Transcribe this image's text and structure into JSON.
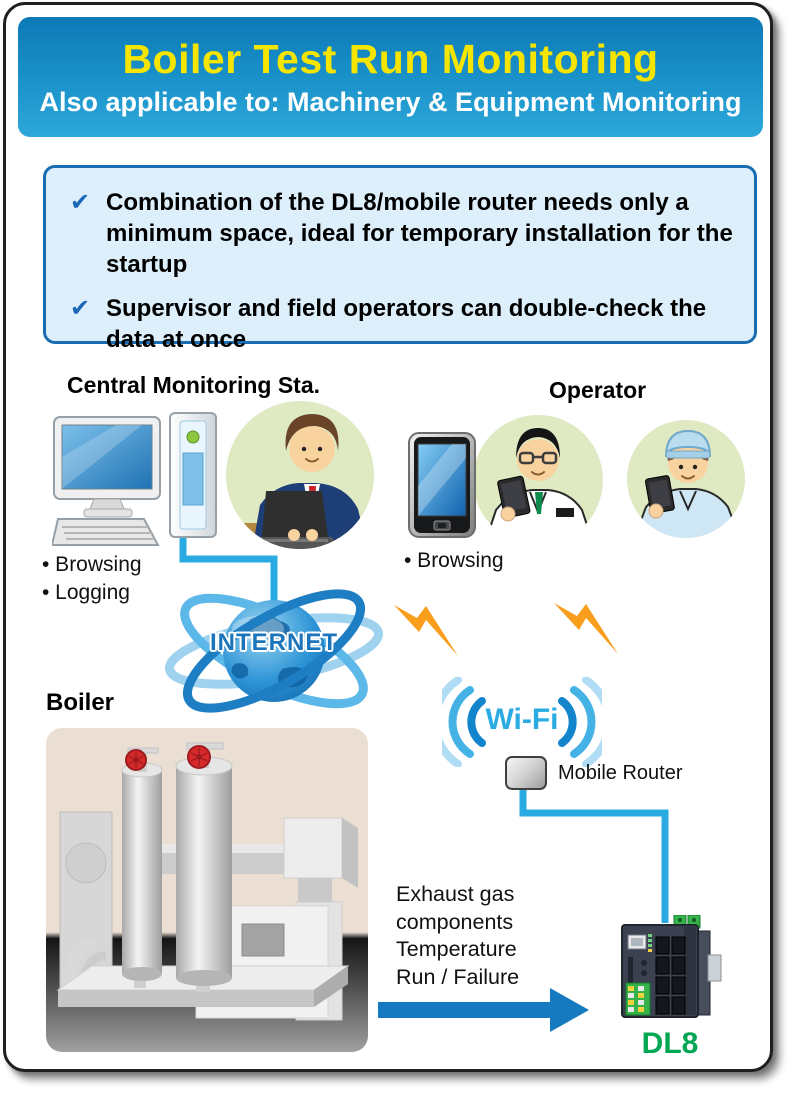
{
  "header": {
    "title": "Boiler Test Run Monitoring",
    "subtitle": "Also applicable to: Machinery & Equipment Monitoring"
  },
  "features": {
    "check_glyph": "✔",
    "items": [
      "Combination of the DL8/mobile router needs only a minimum space, ideal for temporary installation for the startup",
      "Supervisor and field operators can double-check the data at once"
    ]
  },
  "central_station": {
    "label": "Central Monitoring Sta.",
    "bullets": [
      "• Browsing",
      "• Logging"
    ]
  },
  "operator": {
    "label": "Operator",
    "bullets": [
      "• Browsing"
    ]
  },
  "internet": {
    "label": "INTERNET"
  },
  "wifi": {
    "label": "Wi-Fi"
  },
  "mobile_router": {
    "label": "Mobile Router"
  },
  "boiler": {
    "label": "Boiler"
  },
  "dl8": {
    "label": "DL8",
    "signals": [
      "Exhaust gas",
      "components",
      "Temperature",
      "Run / Failure"
    ]
  },
  "colors": {
    "header_blue_top": "#0c79b6",
    "header_blue_bottom": "#2ea8da",
    "title_yellow": "#f6e500",
    "panel_bg": "#ddeffb",
    "panel_border": "#1b6db3",
    "check_blue": "#1a66b8",
    "connector_blue": "#29abe2",
    "arrow_blue": "#157abf",
    "bolt_orange": "#f99d1c",
    "wifi_blue": "#2aabe2",
    "internet_blue": "#1b75bc",
    "dl8_green": "#00a651",
    "avatar_bg_green": "#dfe9c2"
  }
}
